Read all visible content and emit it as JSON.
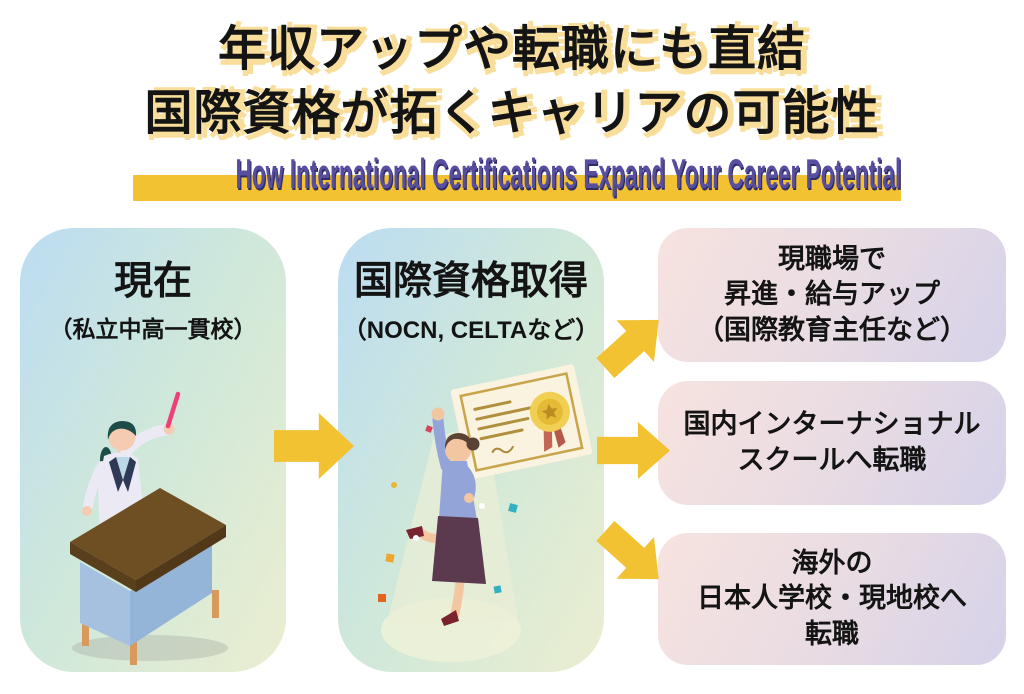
{
  "header": {
    "title_line1": "年収アップや転職にも直結",
    "title_line2": "国際資格が拓くキャリアの可能性",
    "subtitle": "How International Certifications Expand Your Career Potential"
  },
  "diagram": {
    "current": {
      "title": "現在",
      "subtitle": "（私立中高一貫校）"
    },
    "certification": {
      "title": "国際資格取得",
      "subtitle": "（NOCN, CELTAなど）"
    },
    "outcomes": [
      {
        "lines": [
          "現職場で",
          "昇進・給与アップ",
          "（国際教育主任など）"
        ]
      },
      {
        "lines": [
          "国内インターナショナル",
          "スクールへ転職"
        ]
      },
      {
        "lines": [
          "海外の",
          "日本人学校・現地校へ",
          "転職"
        ]
      }
    ]
  },
  "icons": {
    "current_illustration": "teacher-at-desk-icon",
    "certification_illustration": "celebrating-person-with-certificate-icon",
    "arrows": "flow-arrow-icon"
  },
  "colors": {
    "accent_yellow": "#F2C233",
    "title_highlight_yellow": "#F8DE9A",
    "subtitle_purple": "#574EA0",
    "stage_box_gradient": [
      "#BCDCF2",
      "#CFE8DA",
      "#EBEED0"
    ],
    "outcome_box_gradient": [
      "#F7E3DF",
      "#D6D2E9"
    ],
    "text_black": "#141414"
  }
}
